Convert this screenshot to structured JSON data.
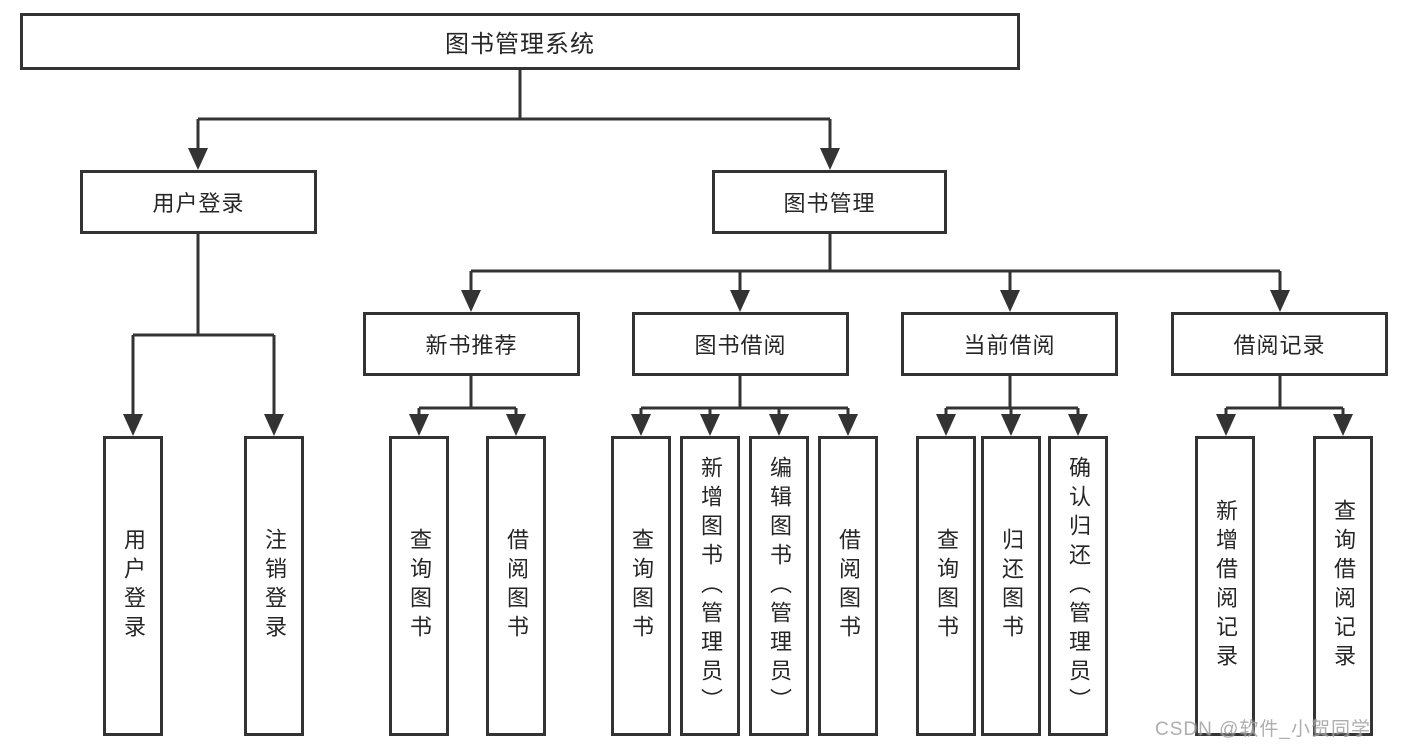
{
  "tree": {
    "root": "图书管理系统",
    "children": [
      {
        "label": "用户登录",
        "children": [
          {
            "label": "用户登录"
          },
          {
            "label": "注销登录"
          }
        ]
      },
      {
        "label": "图书管理",
        "children": [
          {
            "label": "新书推荐",
            "children": [
              {
                "label": "查询图书"
              },
              {
                "label": "借阅图书"
              }
            ]
          },
          {
            "label": "图书借阅",
            "children": [
              {
                "label": "查询图书"
              },
              {
                "label": "新增图书（管理员）"
              },
              {
                "label": "编辑图书（管理员）"
              },
              {
                "label": "借阅图书"
              }
            ]
          },
          {
            "label": "当前借阅",
            "children": [
              {
                "label": "查询图书"
              },
              {
                "label": "归还图书"
              },
              {
                "label": "确认归还（管理员）"
              }
            ]
          },
          {
            "label": "借阅记录",
            "children": [
              {
                "label": "新增借阅记录"
              },
              {
                "label": "查询借阅记录"
              }
            ]
          }
        ]
      }
    ]
  },
  "colors": {
    "line": "#333333",
    "text": "#262626",
    "background": "#ffffff",
    "watermark": "#a0a0a0"
  },
  "watermark": "CSDN @软件_小贺同学"
}
